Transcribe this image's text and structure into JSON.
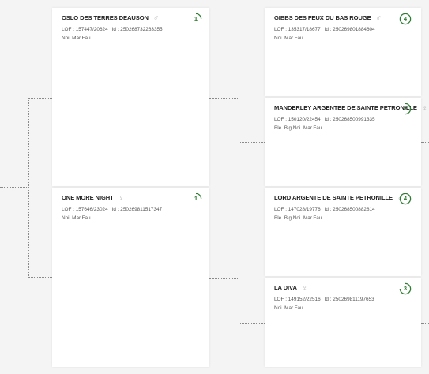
{
  "pedigree": {
    "parents": [
      {
        "name": "OSLO DES TERRES DEAUSON",
        "sex_symbol": "♂",
        "lof_label": "LOF : 157447/20624",
        "id_label": "Id : 250268732263355",
        "color": "Noi. Mar.Fau.",
        "generation": "1",
        "badge_progress": 0.25
      },
      {
        "name": "ONE MORE NIGHT",
        "sex_symbol": "♀",
        "lof_label": "LOF : 157646/23024",
        "id_label": "Id : 250269811517347",
        "color": "Noi. Mar.Fau.",
        "generation": "1",
        "badge_progress": 0.25
      }
    ],
    "grandparents": [
      {
        "name": "GIBBS DES FEUX DU BAS ROUGE",
        "sex_symbol": "♂",
        "lof_label": "LOF : 135317/18677",
        "id_label": "Id : 250269801884604",
        "color": "Noi. Mar.Fau.",
        "generation": "4",
        "badge_progress": 1.0
      },
      {
        "name": "MANDERLEY ARGENTEE DE SAINTE PETRONILLE",
        "sex_symbol": "♀",
        "lof_label": "LOF : 150120/22454",
        "id_label": "Id : 250268500991335",
        "color": "Ble. Big.Noi. Mar.Fau.",
        "generation": "2",
        "badge_progress": 0.5
      },
      {
        "name": "LORD ARGENTE DE SAINTE PETRONILLE",
        "sex_symbol": "♂",
        "lof_label": "LOF : 147028/19776",
        "id_label": "Id : 250268500882814",
        "color": "Ble. Big.Noi. Mar.Fau.",
        "generation": "4",
        "badge_progress": 1.0
      },
      {
        "name": "LA DIVA",
        "sex_symbol": "♀",
        "lof_label": "LOF : 149152/22516",
        "id_label": "Id : 250269811197653",
        "color": "Noi. Mar.Fau.",
        "generation": "3",
        "badge_progress": 0.75
      }
    ]
  },
  "colors": {
    "accent": "#2e7d32",
    "connector": "#8a8a8a",
    "sex_symbol": "#b5b5b5"
  }
}
